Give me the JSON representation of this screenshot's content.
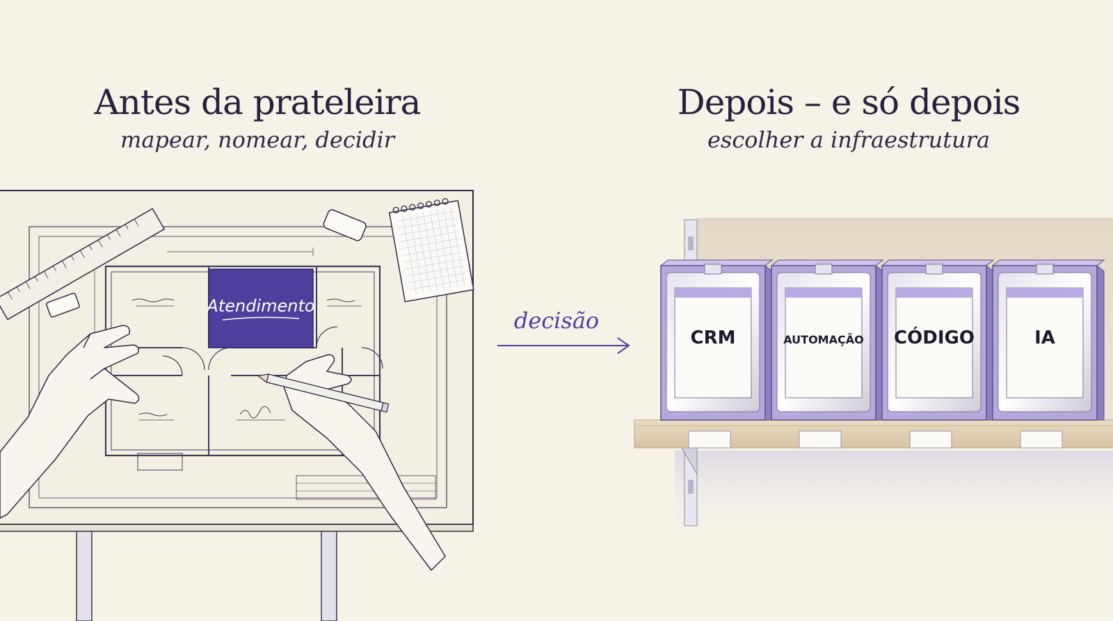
{
  "left": {
    "title": "Antes da prateleira",
    "subtitle": "mapear, nomear, decidir",
    "room_label": "Atendimento"
  },
  "arrow": {
    "label": "decisão"
  },
  "right": {
    "title": "Depois – e só depois",
    "subtitle": "escolher a infraestrutura",
    "boxes": [
      "CRM",
      "AUTOMAÇÃO",
      "CÓDIGO",
      "IA"
    ]
  },
  "colors": {
    "background": "#f6f2e8",
    "accent": "#4f3f9c",
    "ink": "#27223c",
    "box_purple": "#b7a8dc"
  }
}
